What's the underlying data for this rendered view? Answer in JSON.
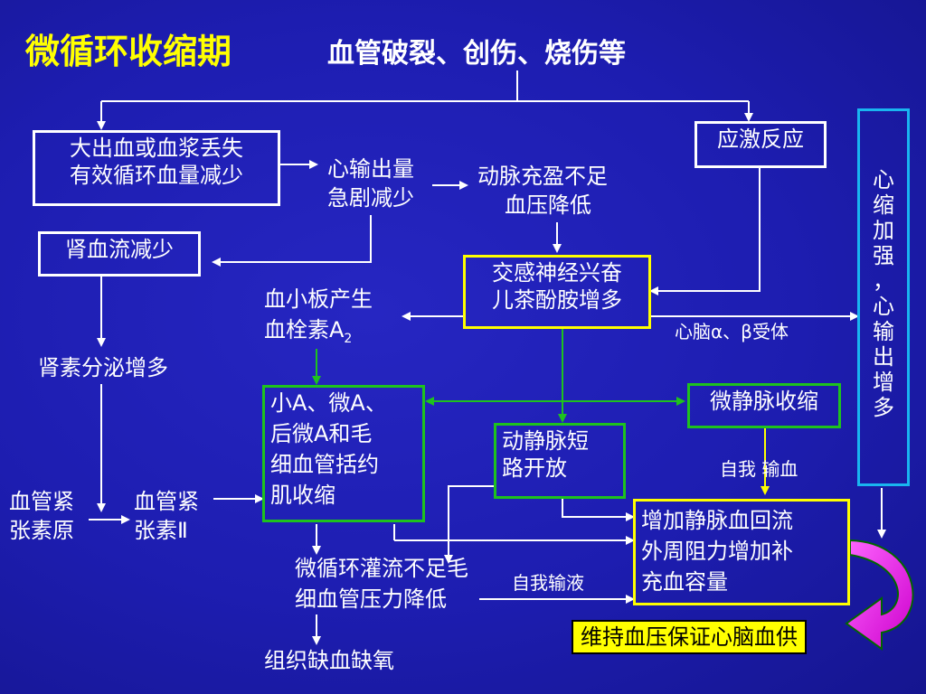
{
  "title": {
    "main": "微循环收缩期",
    "sub": "血管破裂、创伤、烧伤等"
  },
  "nodes": {
    "bleeding_1": "大出血或血浆丢失",
    "bleeding_2": "有效循环血量减少",
    "stress": "应激反应",
    "cardiac_1": "心输出量",
    "cardiac_2": "急剧减少",
    "arterial_1": "动脉充盈不足",
    "arterial_2": "血压降低",
    "renal_flow": "肾血流减少",
    "sympathetic_1": "交感神经兴奋",
    "sympathetic_2": "儿茶酚胺增多",
    "platelet_1": "血小板产生",
    "platelet_2": "血栓素A",
    "platelet_sub": "2",
    "receptor": "心脑α、β受体",
    "renin": "肾素分泌增多",
    "constriction_1": "小A、微A、",
    "constriction_2": "后微A和毛",
    "constriction_3": "细血管括约",
    "constriction_4": "肌收缩",
    "venule": "微静脉收缩",
    "shunt_1": "动静脉短",
    "shunt_2": "路开放",
    "self_transfusion": "自我 输血",
    "angiotensinogen_1": "血管紧",
    "angiotensinogen_2": "张素原",
    "angiotensin2_1": "血管紧",
    "angiotensin2_2": "张素Ⅱ",
    "return_1": "增加静脉血回流",
    "return_2": "外周阻力增加补",
    "return_3": "充血容量",
    "perfusion_1": "微循环灌流不足毛",
    "perfusion_2": "细血管压力降低",
    "self_infusion": "自我输液",
    "hypoxia": "组织缺血缺氧",
    "maintain": "维持血压保证心脑血供",
    "side_chars": [
      "心",
      "缩",
      "加",
      "强",
      "，",
      "心",
      "输",
      "出",
      "增",
      "多"
    ]
  }
}
